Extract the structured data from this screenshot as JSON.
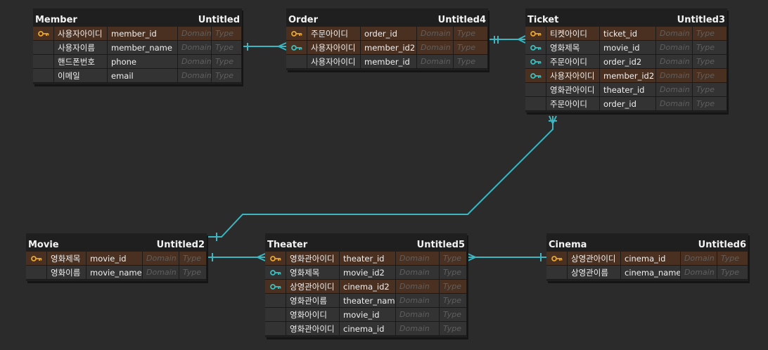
{
  "colors": {
    "background": "#2b2b2b",
    "entity": "#1f1f1f",
    "row": "#333333",
    "highlight_row": "#4a3020",
    "pk_key": "#e8a530",
    "fk_key": "#3cbfbf",
    "relation_line": "#3cb6c0"
  },
  "entities": [
    {
      "id": "member",
      "name": "Member",
      "table": "Untitled",
      "columns": [
        {
          "label": "사용자아이디",
          "name": "member_id",
          "domain": "Domain",
          "type": "Type",
          "key": "pk",
          "hl": true
        },
        {
          "label": "사용자이름",
          "name": "member_name",
          "domain": "Domain",
          "type": "Type",
          "key": "",
          "hl": false
        },
        {
          "label": "핸드폰번호",
          "name": "phone",
          "domain": "Domain",
          "type": "Type",
          "key": "",
          "hl": false
        },
        {
          "label": "이메일",
          "name": "email",
          "domain": "Domain",
          "type": "Type",
          "key": "",
          "hl": false
        }
      ]
    },
    {
      "id": "order",
      "name": "Order",
      "table": "Untitled4",
      "columns": [
        {
          "label": "주문아이디",
          "name": "order_id",
          "domain": "Domain",
          "type": "Type",
          "key": "pk",
          "hl": true
        },
        {
          "label": "사용자아이디",
          "name": "member_id2",
          "domain": "Domain",
          "type": "Type",
          "key": "fk",
          "hl": true
        },
        {
          "label": "사용자아이디",
          "name": "member_id",
          "domain": "Domain",
          "type": "Type",
          "key": "",
          "hl": false
        }
      ]
    },
    {
      "id": "ticket",
      "name": "Ticket",
      "table": "Untitled3",
      "columns": [
        {
          "label": "티켓아이디",
          "name": "ticket_id",
          "domain": "Domain",
          "type": "Type",
          "key": "pk",
          "hl": true
        },
        {
          "label": "영화제목",
          "name": "movie_id",
          "domain": "Domain",
          "type": "Type",
          "key": "fk",
          "hl": false
        },
        {
          "label": "주문아이디",
          "name": "order_id2",
          "domain": "Domain",
          "type": "Type",
          "key": "fk",
          "hl": false
        },
        {
          "label": "사용자아이디",
          "name": "member_id2",
          "domain": "Domain",
          "type": "Type",
          "key": "fk",
          "hl": true
        },
        {
          "label": "영화관아이디",
          "name": "theater_id",
          "domain": "Domain",
          "type": "Type",
          "key": "",
          "hl": false
        },
        {
          "label": "주문아이디",
          "name": "order_id",
          "domain": "Domain",
          "type": "Type",
          "key": "",
          "hl": false
        }
      ]
    },
    {
      "id": "movie",
      "name": "Movie",
      "table": "Untitled2",
      "columns": [
        {
          "label": "영화제목",
          "name": "movie_id",
          "domain": "Domain",
          "type": "Type",
          "key": "pk",
          "hl": true
        },
        {
          "label": "영화이름",
          "name": "movie_name",
          "domain": "Domain",
          "type": "Type",
          "key": "",
          "hl": false
        }
      ]
    },
    {
      "id": "theater",
      "name": "Theater",
      "table": "Untitled5",
      "columns": [
        {
          "label": "영화관아이디",
          "name": "theater_id",
          "domain": "Domain",
          "type": "Type",
          "key": "pk",
          "hl": true
        },
        {
          "label": "영화제목",
          "name": "movie_id2",
          "domain": "Domain",
          "type": "Type",
          "key": "fk",
          "hl": false
        },
        {
          "label": "상영관아이디",
          "name": "cinema_id2",
          "domain": "Domain",
          "type": "Type",
          "key": "fk",
          "hl": true
        },
        {
          "label": "영화관이름",
          "name": "theater_name",
          "domain": "Domain",
          "type": "Type",
          "key": "",
          "hl": false
        },
        {
          "label": "영화아이디",
          "name": "movie_id",
          "domain": "Domain",
          "type": "Type",
          "key": "",
          "hl": false
        },
        {
          "label": "영화관아이디",
          "name": "cinema_id",
          "domain": "Domain",
          "type": "Type",
          "key": "",
          "hl": false
        }
      ]
    },
    {
      "id": "cinema",
      "name": "Cinema",
      "table": "Untitled6",
      "columns": [
        {
          "label": "상영관아이디",
          "name": "cinema_id",
          "domain": "Domain",
          "type": "Type",
          "key": "pk",
          "hl": true
        },
        {
          "label": "상영관이름",
          "name": "cinema_name",
          "domain": "Domain",
          "type": "Type",
          "key": "",
          "hl": false
        }
      ]
    }
  ],
  "relationships": [
    {
      "from": "member",
      "to": "order"
    },
    {
      "from": "order",
      "to": "ticket"
    },
    {
      "from": "movie",
      "to": "ticket"
    },
    {
      "from": "movie",
      "to": "theater"
    },
    {
      "from": "theater",
      "to": "cinema"
    }
  ]
}
